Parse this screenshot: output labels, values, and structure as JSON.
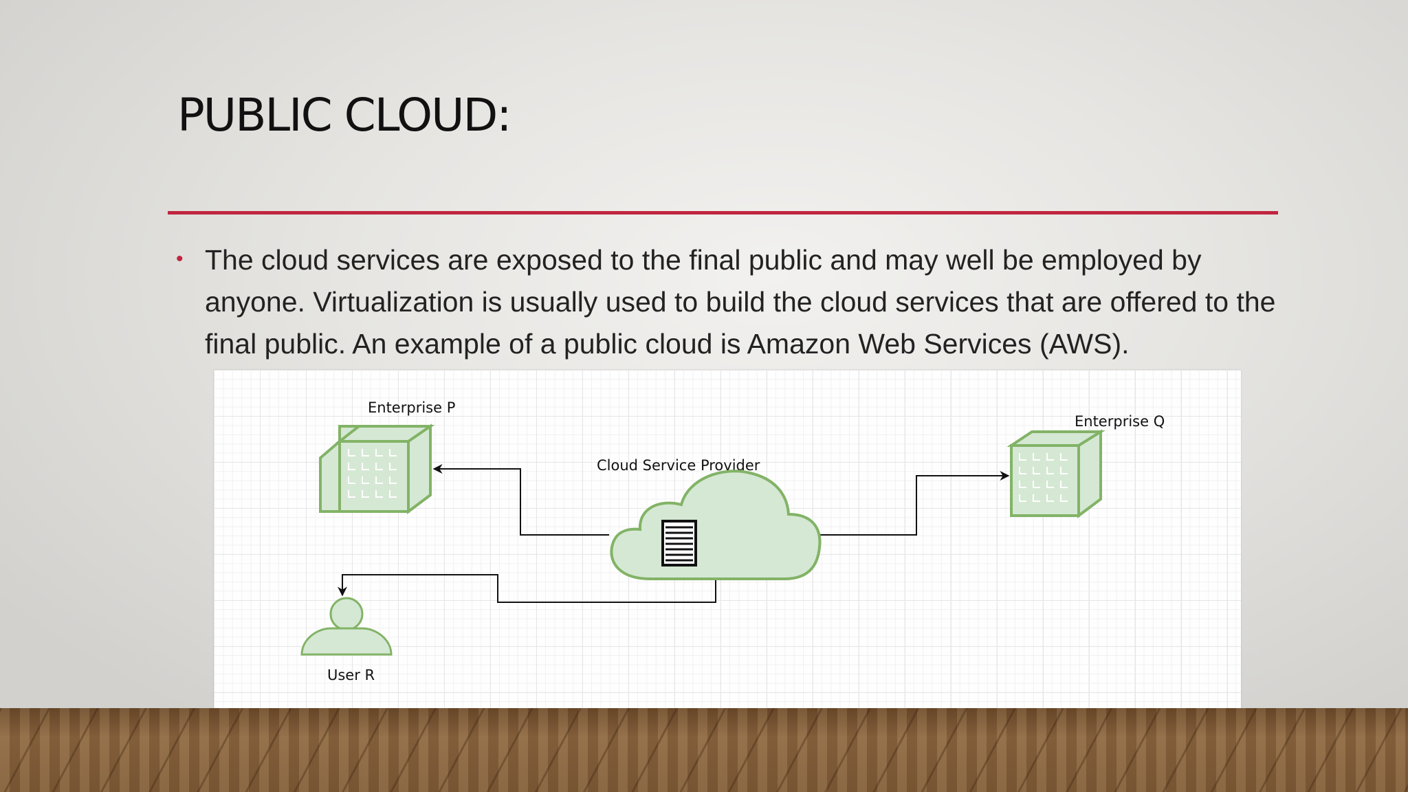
{
  "slide": {
    "title": "PUBLIC CLOUD:",
    "bullet": "The cloud services are exposed to the final public and may well be employed by anyone. Virtualization is usually used to build the cloud services that are offered to the final public. An example of a public cloud is Amazon Web Services (AWS)."
  },
  "diagram": {
    "enterprise_p": "Enterprise P",
    "enterprise_q": "Enterprise Q",
    "provider": "Cloud Service Provider",
    "user": "User R"
  },
  "colors": {
    "accent": "#c0263f",
    "node_fill": "#d5e8d4",
    "node_stroke": "#82b366"
  }
}
